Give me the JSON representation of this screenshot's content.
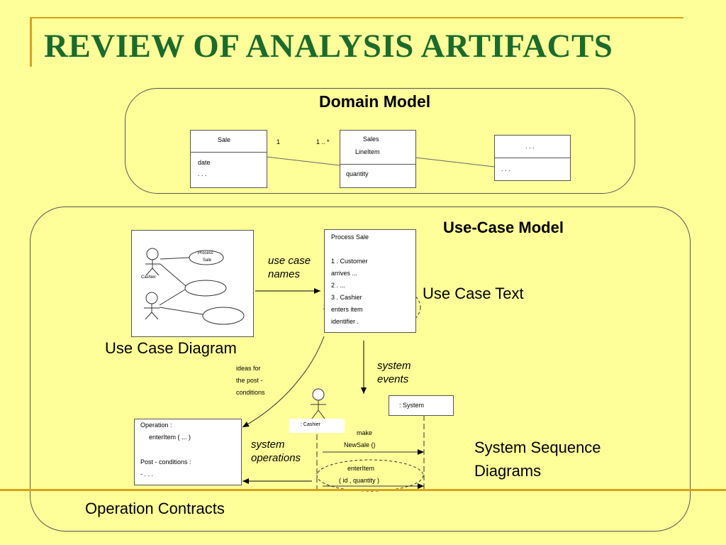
{
  "slide": {
    "title": "REVIEW OF ANALYSIS ARTIFACTS"
  },
  "domain_model": {
    "heading": "Domain Model",
    "sale_class": {
      "name": "Sale",
      "attrs": [
        "date",
        ". . ."
      ]
    },
    "association": {
      "left_mult": "1",
      "right_mult": "1 .. *"
    },
    "sales_line_item_class": {
      "name_line1": "Sales",
      "name_line2": "LineItem",
      "attrs": [
        "quantity"
      ]
    },
    "other_class": {
      "name": ". . .",
      "attrs": [
        ". . ."
      ]
    }
  },
  "use_case_model": {
    "heading": "Use-Case Model",
    "diagram_actor_label": "Cashier",
    "diagram_usecase_line1": "Process",
    "diagram_usecase_line2": "Sale",
    "use_case_diagram_label": "Use Case Diagram",
    "use_case_names_label": "use case names",
    "use_case_text_label": "Use Case Text",
    "use_case_text_lines": [
      "Process Sale",
      "",
      "1 .  Customer",
      "arrives       ...",
      "2 .  ...",
      "3 .  Cashier",
      "enters item",
      "identifier        ."
    ],
    "ideas_label_lines": [
      "ideas for",
      "the post        -",
      "conditions"
    ],
    "system_events_label": "system events",
    "system_operations_label": "system operations",
    "ssd_cashier_label": ":  Cashier",
    "ssd_system_label": ":  System",
    "ssd_msg1_line1": "make",
    "ssd_msg1_line2": "NewSale        ()",
    "ssd_msg2_line1": "enterItem",
    "ssd_msg2_line2": "( id  ,  quantity       )",
    "ssd_label_line1": "System Sequence",
    "ssd_label_line2": "Diagrams",
    "contract_lines": [
      "Operation          :",
      "enterItem          ( ...  )",
      "Post    - conditions          :",
      "- . . ."
    ],
    "operation_contracts_label": "Operation Contracts"
  }
}
